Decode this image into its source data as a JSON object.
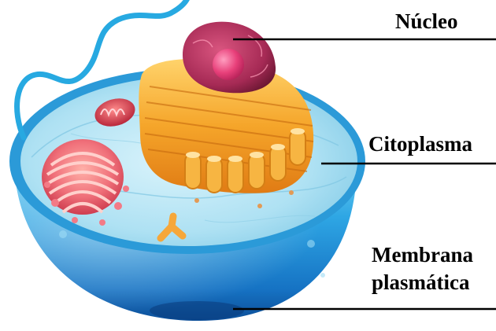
{
  "labels": {
    "nucleus": "Núcleo",
    "cytoplasm": "Citoplasma",
    "membrane_line1": "Membrana",
    "membrane_line2": "plasmática"
  },
  "colors": {
    "membrane": "#1f8fd8",
    "cytoplasm": "#bfe9f7",
    "nucleus": "#a62a55",
    "nucleolus": "#e0407a",
    "golgi": "#f0a12a",
    "endoplasmic_reticulum": "#e85a63",
    "mitochondria": "#d8414f",
    "flagellum": "#27a9e1",
    "leader_lines": "#000000"
  },
  "parts": [
    "cell-membrane-bowl",
    "cytoplasm-surface",
    "nucleus",
    "nucleolus",
    "golgi-apparatus",
    "endoplasmic-reticulum",
    "mitochondrion",
    "centriole",
    "flagellum",
    "vesicles"
  ]
}
